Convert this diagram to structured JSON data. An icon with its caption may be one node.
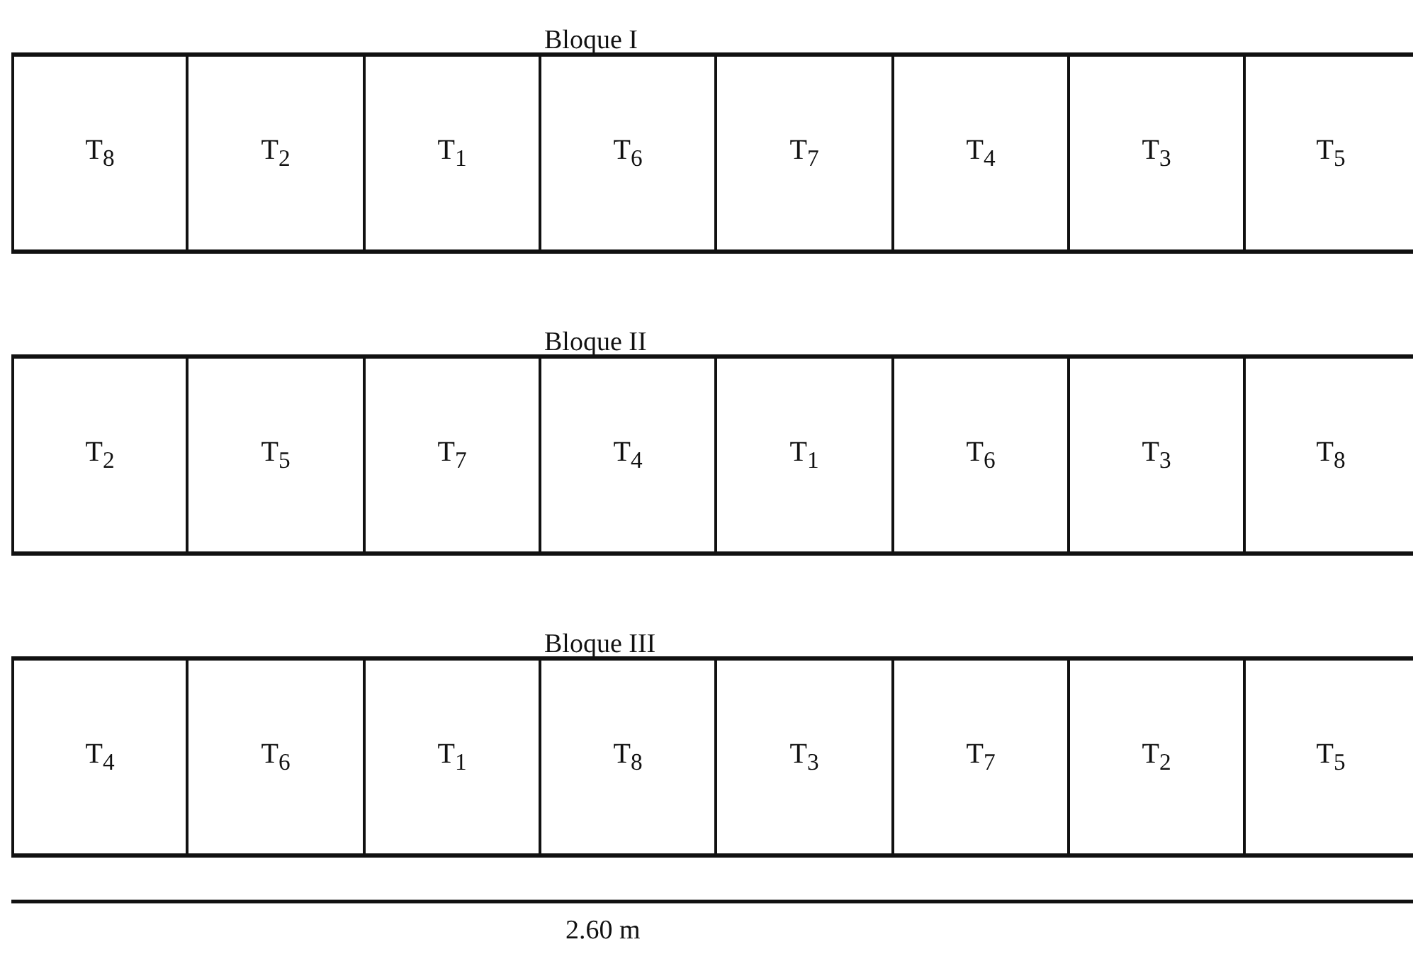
{
  "diagram": {
    "nodes": [
      {
        "text": [
          "Bloque I"
        ]
      },
      {
        "text": [
          "T$_{8}$"
        ],
        "in": 0
      },
      {
        "text": [
          "T$_{2}$"
        ],
        "in": 0
      },
      {
        "text": [
          "T$_{1}$"
        ],
        "in": 0
      },
      {
        "text": [
          "T$_{6}$"
        ],
        "in": 0
      },
      {
        "text": [
          "T$_{7}$"
        ],
        "in": 0
      },
      {
        "text": [
          "T$_{4}$"
        ],
        "in": 0
      },
      {
        "text": [
          "T$_{3}$"
        ],
        "in": 0
      },
      {
        "text": [
          "T$_{5}$"
        ],
        "in": 0
      },
      {
        "text": [
          "Bloque II"
        ]
      },
      {
        "text": [
          "T$_{2}$"
        ],
        "in": 9
      },
      {
        "text": [
          "T$_{5}$"
        ],
        "in": 9
      },
      {
        "text": [
          "T$_{7}$"
        ],
        "in": 9
      },
      {
        "text": [
          "T$_{4}$"
        ],
        "in": 9
      },
      {
        "text": [
          "T$_{1}$"
        ],
        "in": 9
      },
      {
        "text": [
          "T$_{6}$"
        ],
        "in": 9
      },
      {
        "text": [
          "T$_{3}$"
        ],
        "in": 9
      },
      {
        "text": [
          "T$_{8}$"
        ],
        "in": 9
      },
      {
        "text": [
          "Bloque III"
        ]
      },
      {
        "text": [
          "T$_{4}$"
        ],
        "in": 18
      },
      {
        "text": [
          "T$_{6}$"
        ],
        "in": 18
      },
      {
        "text": [
          "T$_{1}$"
        ],
        "in": 18
      },
      {
        "text": [
          "T$_{8}$"
        ],
        "in": 18
      },
      {
        "text": [
          "T$_{3}$"
        ],
        "in": 18
      },
      {
        "text": [
          "T$_{7}$"
        ],
        "in": 18
      },
      {
        "text": [
          "T$_{2}$"
        ],
        "in": 18
      },
      {
        "text": [
          "T$_{5}$"
        ],
        "in": 18
      }
    ],
    "labels": [
      "2.60 m"
    ]
  }
}
